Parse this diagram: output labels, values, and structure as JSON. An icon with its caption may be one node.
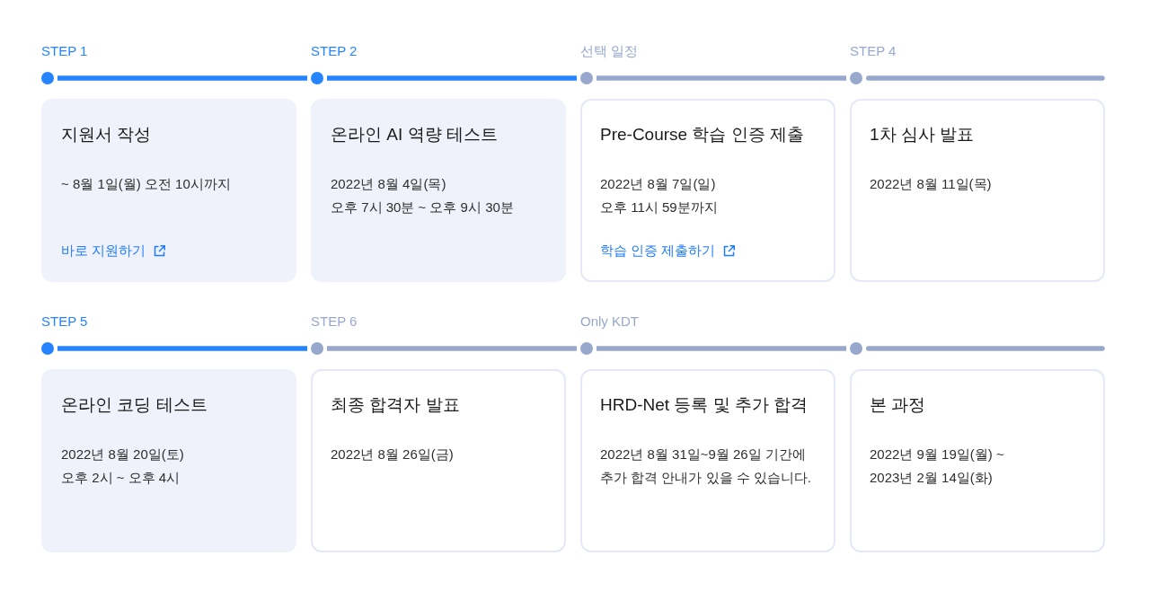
{
  "diagram": {
    "nodes": [
      {
        "text": [],
        "shape": "circle",
        "beside": [
          "STEP 1"
        ]
      },
      {
        "text": [],
        "shape": "circle",
        "beside": [
          "STEP 2"
        ]
      },
      {
        "text": [],
        "shape": "circle",
        "beside": [
          "선택 일정"
        ]
      },
      {
        "text": [],
        "shape": "circle",
        "beside": [
          "STEP 4"
        ]
      },
      {
        "text": [
          "지원서 작성",
          "~ 8월 1일(월) 오전 10시까지",
          "바로 지원하기"
        ]
      },
      {
        "text": [
          "온라인 AI 역량 테스트",
          "2022년 8월 4일(목)",
          "오후 7시 30분 ~ 오후 9시 30분"
        ]
      },
      {
        "text": [
          "Pre-Course 학습 인증 제출",
          "2022년 8월 7일(일)",
          "오후 11시 59분까지",
          "학습 인증 제출하기"
        ]
      },
      {
        "text": [
          "1차 심사 발표",
          "2022년 8월 11일(목)"
        ]
      },
      {
        "text": [],
        "shape": "circle",
        "beside": [
          "STEP 5"
        ]
      },
      {
        "text": [],
        "shape": "circle",
        "beside": [
          "STEP 6"
        ]
      },
      {
        "text": [],
        "shape": "circle",
        "beside": [
          "Only KDT"
        ]
      },
      {
        "text": [],
        "shape": "circle"
      },
      {
        "text": [
          "온라인 코딩 테스트",
          "2022년 8월 20일(토)",
          "오후 2시 ~ 오후 4시"
        ]
      },
      {
        "text": [
          "최종 합격자 발표",
          "2022년 8월 26일(금)"
        ]
      },
      {
        "text": [
          "HRD-Net 등록 및 추가 합격",
          "2022년 8월 31일~9월 26일 기간에 추가 합격 안내가 있을 수 있습니다."
        ]
      },
      {
        "text": [
          "본 과정",
          "2022년 9월 19일(월) ~ 2023년 2월 14일(화)"
        ]
      }
    ],
    "edges": [
      {
        "from": 0,
        "to": 1,
        "arrow": "none",
        "color": "#2684ff"
      },
      {
        "from": 1,
        "to": 2,
        "arrow": "none",
        "color": "#2684ff"
      },
      {
        "from": 2,
        "to": 3,
        "arrow": "none"
      },
      {
        "from": 3,
        "to": null,
        "arrow": "none"
      },
      {
        "from": 8,
        "to": 9,
        "arrow": "none",
        "color": "#2684ff"
      },
      {
        "from": 9,
        "to": 10,
        "arrow": "none"
      },
      {
        "from": 10,
        "to": 11,
        "arrow": "none"
      },
      {
        "from": 11,
        "to": null,
        "arrow": "none"
      }
    ]
  }
}
